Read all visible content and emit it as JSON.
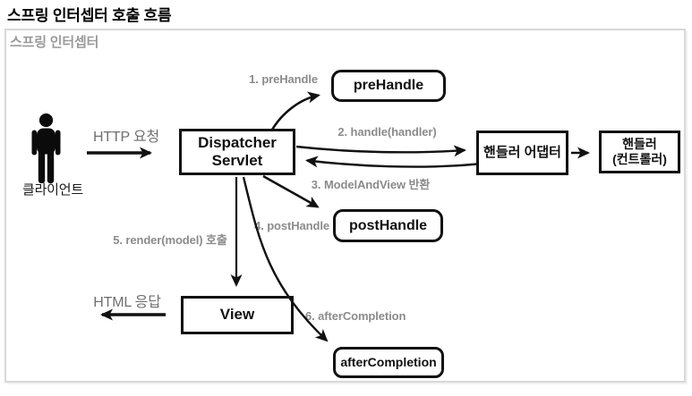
{
  "page": {
    "title": "스프링 인터셉터 호출 흐름"
  },
  "frame": {
    "label": "스프링 인터셉터"
  },
  "client": {
    "label": "클라이언트",
    "icon": "person-icon"
  },
  "nodes": {
    "dispatcher": "Dispatcher\nServlet",
    "pre_handle": "preHandle",
    "handler_adapter": "핸들러 어댑터",
    "handler_controller": "핸들러\n(컨트롤러)",
    "post_handle": "postHandle",
    "view": "View",
    "after_completion": "afterCompletion"
  },
  "flows": {
    "http_request": "HTTP 요청",
    "html_response": "HTML 응답",
    "step1": "1. preHandle",
    "step2": "2. handle(handler)",
    "step3": "3. ModelAndView 반환",
    "step4": "4. postHandle",
    "step5": "5. render(model) 호출",
    "step6": "6. afterCompletion"
  },
  "colors": {
    "line_black": "#111111",
    "label_gray": "#8b8b8b",
    "comm_label_gray": "#6f6f6f",
    "frame_border_gray": "#d8d8d8"
  }
}
